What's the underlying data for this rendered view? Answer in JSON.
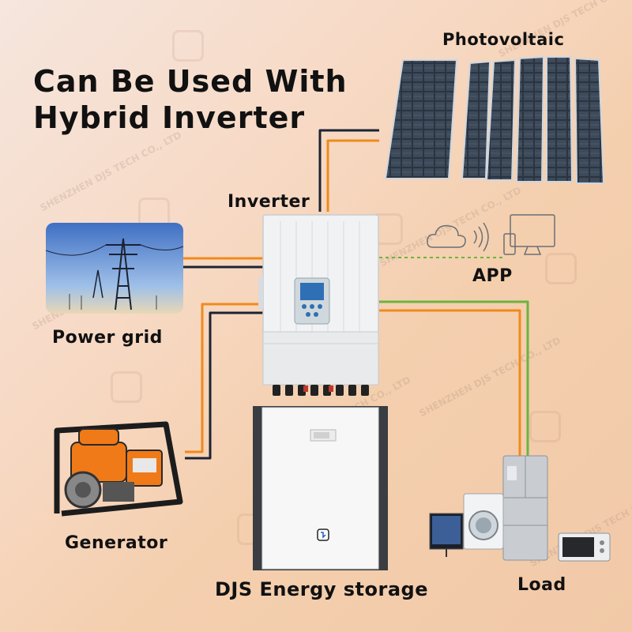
{
  "title_lines": [
    "Can Be Used With",
    "Hybrid Inverter"
  ],
  "labels": {
    "photovoltaic": "Photovoltaic",
    "inverter": "Inverter",
    "app": "APP",
    "power_grid": "Power grid",
    "generator": "Generator",
    "energy_storage": "DJS Energy storage",
    "load": "Load"
  },
  "watermark": "SHENZHEN DJS TECH CO., LTD",
  "colors": {
    "orange_wire": "#f08a1c",
    "dark_wire": "#1b2433",
    "green_wire": "#6db33f",
    "title_text": "#111111"
  }
}
